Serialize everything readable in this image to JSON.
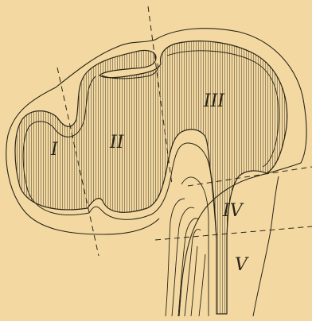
{
  "figure": {
    "regions": [
      {
        "id": "I",
        "label": "I"
      },
      {
        "id": "II",
        "label": "II"
      },
      {
        "id": "III",
        "label": "III"
      },
      {
        "id": "IV",
        "label": "IV"
      },
      {
        "id": "V",
        "label": "V"
      }
    ],
    "colors": {
      "background": "#f3d9a1",
      "ink": "#2a2418"
    }
  }
}
